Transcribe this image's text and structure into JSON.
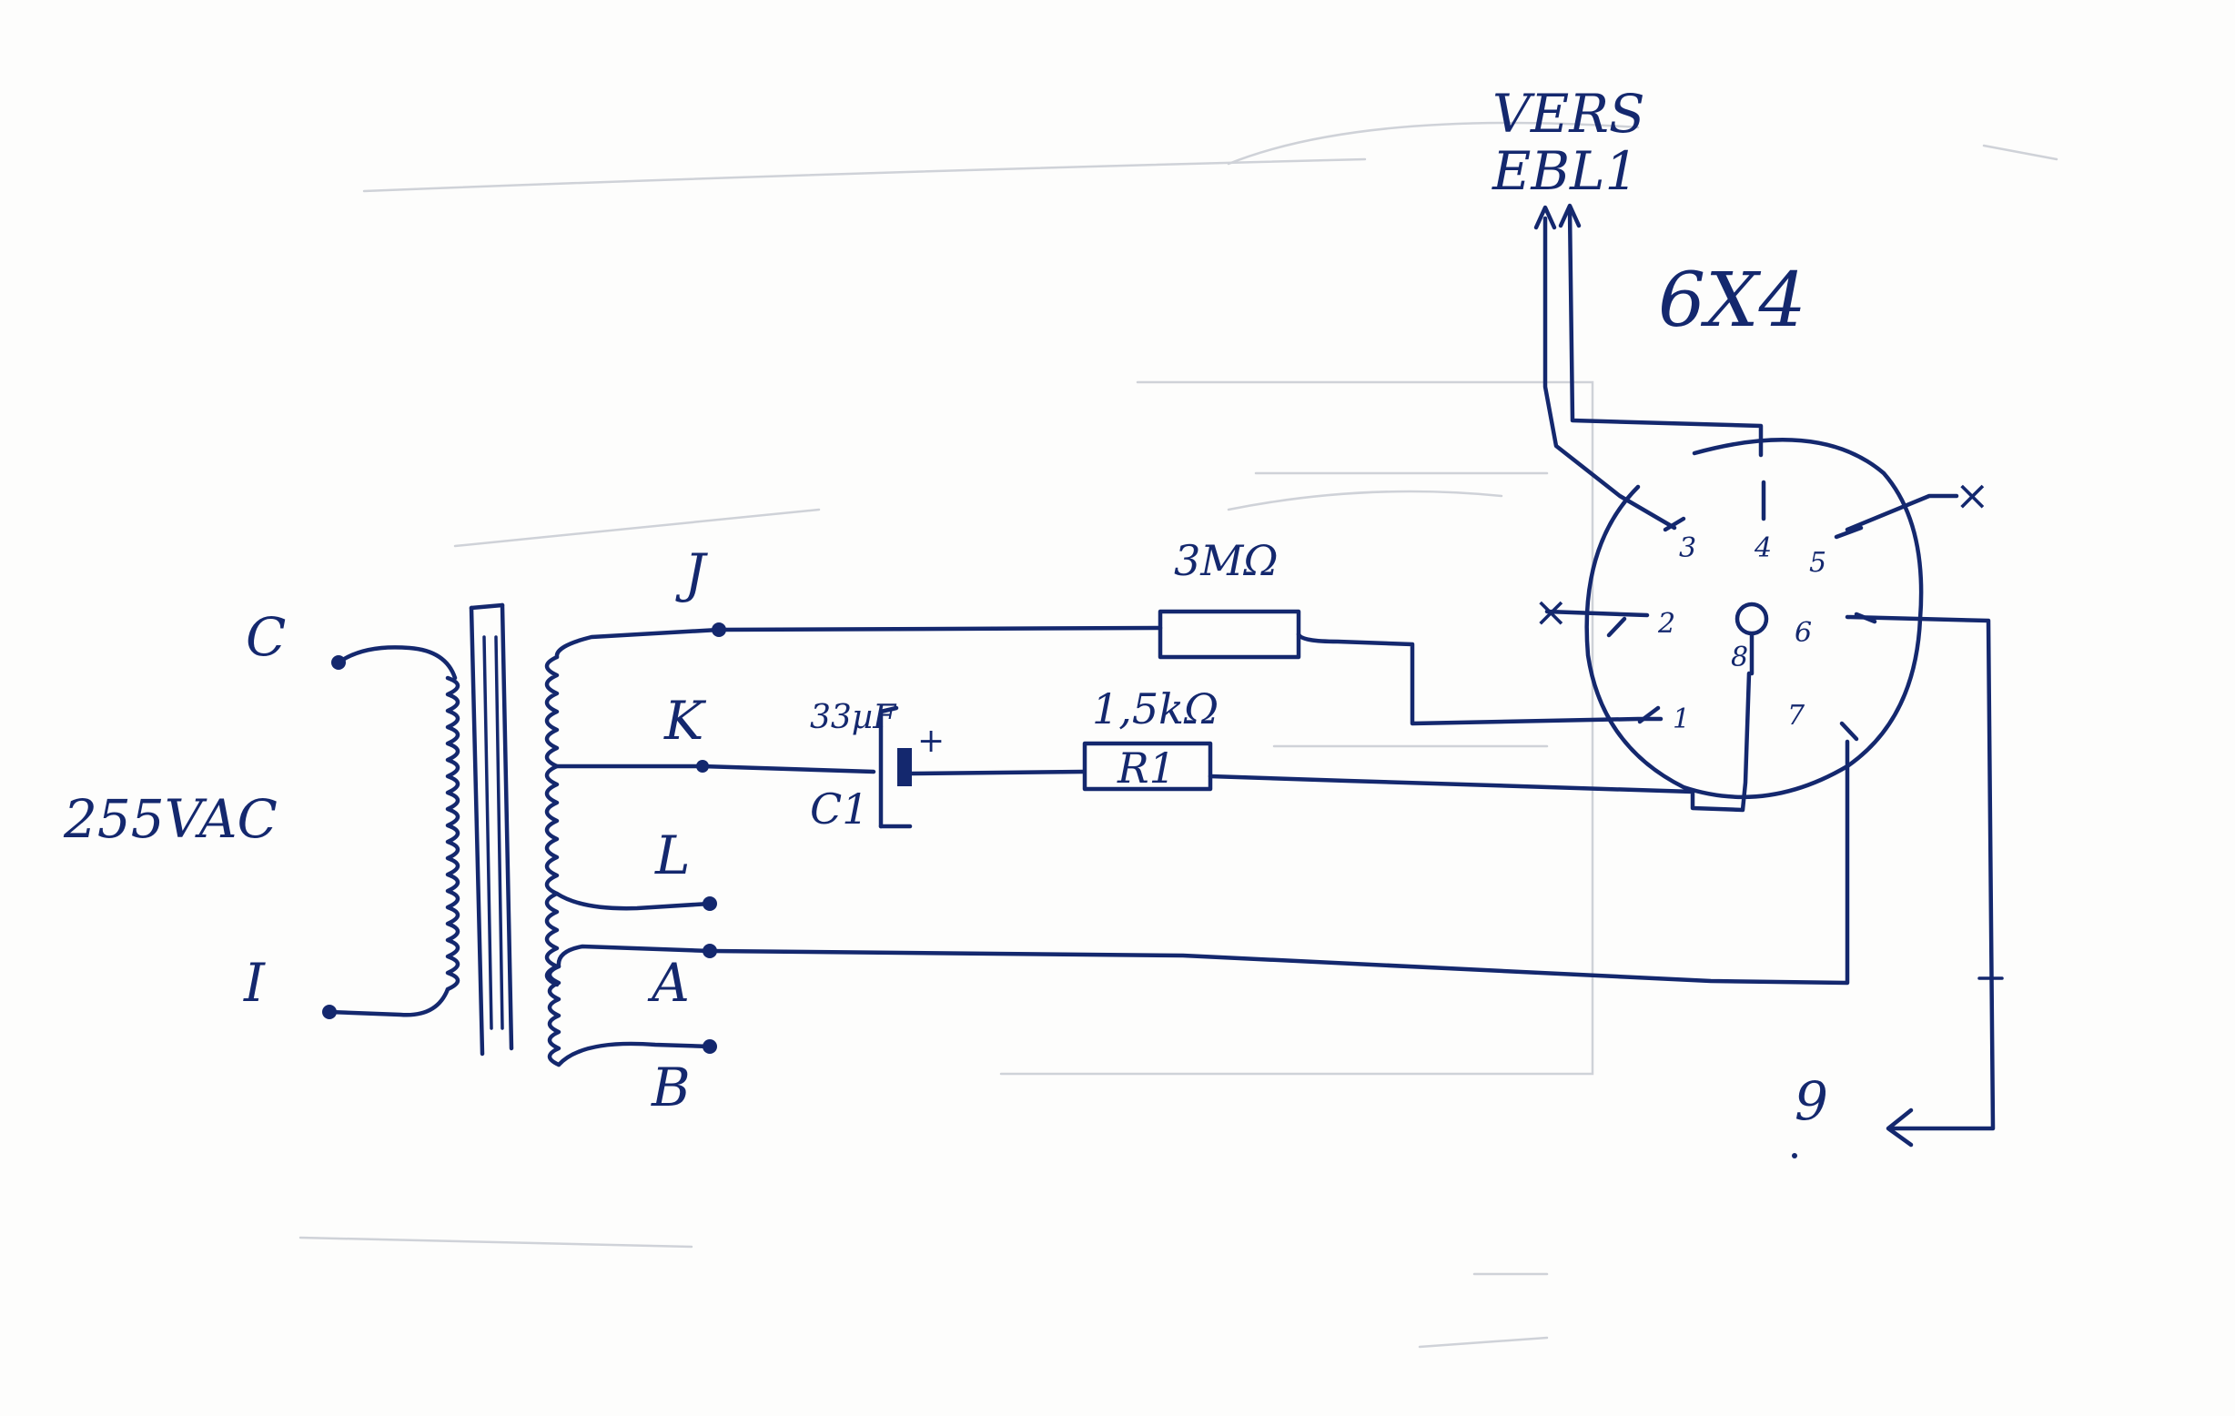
{
  "labels": {
    "supply_voltage": "255VAC",
    "primary_top": "C",
    "primary_bottom": "I",
    "sec_j": "J",
    "sec_k": "K",
    "sec_l": "L",
    "sec_a": "A",
    "sec_b": "B",
    "tube": "6X4",
    "destination_line1": "VERS",
    "destination_line2": "EBL1",
    "resistor_top_value": "3MΩ",
    "resistor_r1_value": "1,5kΩ",
    "resistor_r1_name": "R1",
    "cap_value": "33µF",
    "cap_name": "C1",
    "cap_polarity": "+",
    "output_label": "9",
    "not_connected": "×"
  },
  "pins": [
    "1",
    "2",
    "3",
    "4",
    "5",
    "6",
    "7",
    "8"
  ],
  "colors": {
    "ink": "#14286e",
    "ghost": "#cfd2d8",
    "paper": "#fdfdfc"
  }
}
